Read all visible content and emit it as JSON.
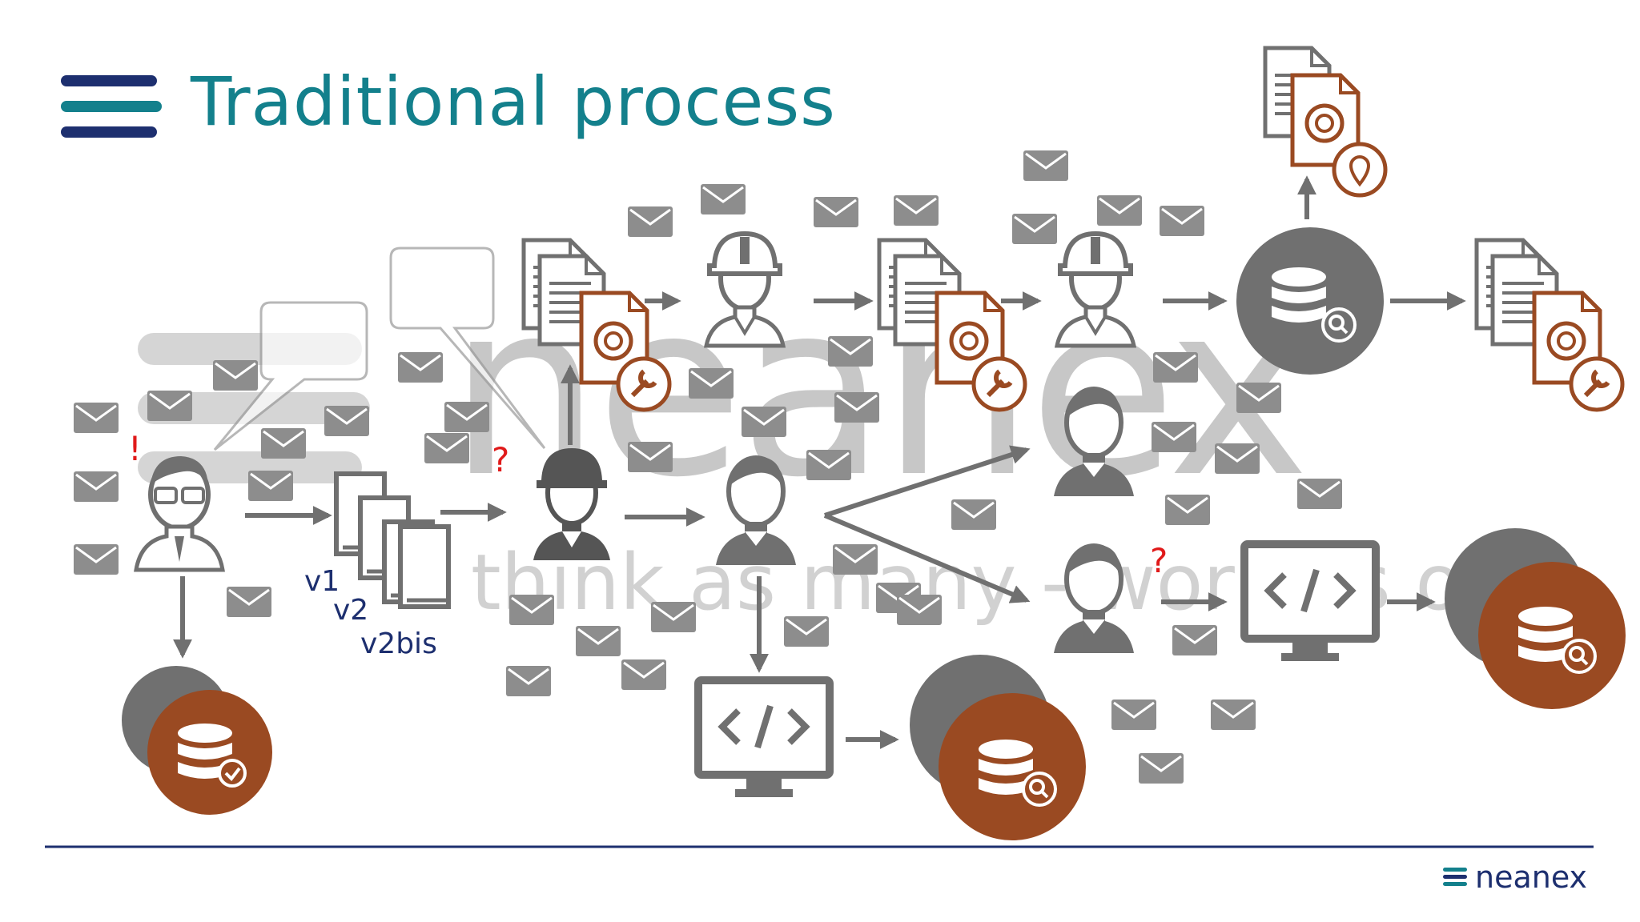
{
  "slide": {
    "title": "Traditional process",
    "version_labels": [
      "v1",
      "v2",
      "v2bis"
    ],
    "marks": {
      "exclamation": "!",
      "question": "?"
    },
    "watermark": {
      "word": "neanex",
      "tagline": "think as many - work as one"
    },
    "footer_brand": "neanex"
  },
  "colors": {
    "title": "#13808c",
    "logo_dark": "#1d2f6f",
    "logo_teal": "#13808c",
    "gray_icon": "#707070",
    "brown_accent": "#9a4a22",
    "alert_red": "#e01a1a",
    "version_blue": "#1d2f6f"
  }
}
